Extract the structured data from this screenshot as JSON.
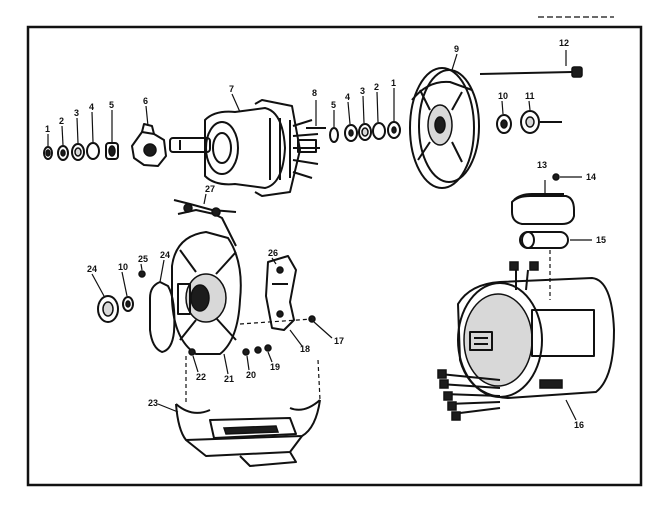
{
  "diagram": {
    "callouts": {
      "c1a": "1",
      "c2a": "2",
      "c3a": "3",
      "c4a": "4",
      "c5a": "5",
      "c6": "6",
      "c7": "7",
      "c8": "8",
      "c5b": "5",
      "c4b": "4",
      "c3b": "3",
      "c2b": "2",
      "c1b": "1",
      "c9": "9",
      "c12": "12",
      "c10": "10",
      "c11": "11",
      "c13": "13",
      "c14": "14",
      "c15": "15",
      "c16": "16",
      "c27": "27",
      "c24a": "24",
      "c24b": "24",
      "c10b": "10",
      "c25": "25",
      "c26": "26",
      "c18": "18",
      "c17": "17",
      "c22": "22",
      "c21": "21",
      "c20": "20",
      "c19": "19",
      "c23": "23"
    }
  }
}
